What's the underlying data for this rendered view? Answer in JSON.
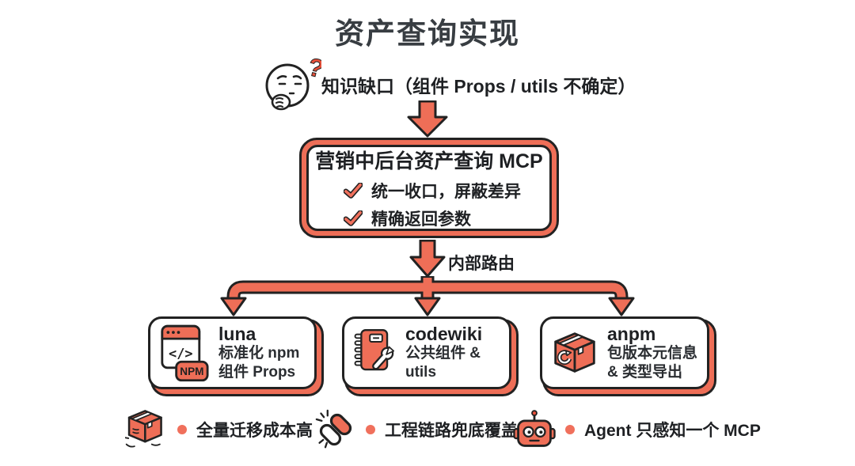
{
  "title": "资产查询实现",
  "colors": {
    "coral": "#EE6E57",
    "outline": "#222222",
    "accent_red": "#E8503A",
    "text": "#1E2023"
  },
  "knowledge_gap": {
    "icon": "thinking-face-icon",
    "qmark": "?",
    "text": "知识缺口（组件 Props / utils 不确定）"
  },
  "mcp": {
    "title": "营销中后台资产查询 MCP",
    "bullets": [
      "统一收口，屏蔽差异",
      "精确返回参数"
    ]
  },
  "routing_label": "内部路由",
  "nodes": [
    {
      "icon": "browser-npm-icon",
      "name": "luna",
      "lines": [
        "标准化 npm",
        "组件 Props"
      ]
    },
    {
      "icon": "notebook-wrench-icon",
      "name": "codewiki",
      "lines": [
        "公共组件 & utils"
      ]
    },
    {
      "icon": "package-box-icon",
      "name": "anpm",
      "lines": [
        "包版本元信息",
        "& 类型导出"
      ]
    }
  ],
  "luna_icon": {
    "badge": "NPM",
    "glyph": "</>"
  },
  "footnotes": [
    {
      "icon": "package-icon",
      "text": "全量迁移成本高"
    },
    {
      "icon": "chain-link-icon",
      "text": "工程链路兜底覆盖"
    },
    {
      "icon": "robot-icon",
      "text": "Agent 只感知一个 MCP"
    }
  ]
}
